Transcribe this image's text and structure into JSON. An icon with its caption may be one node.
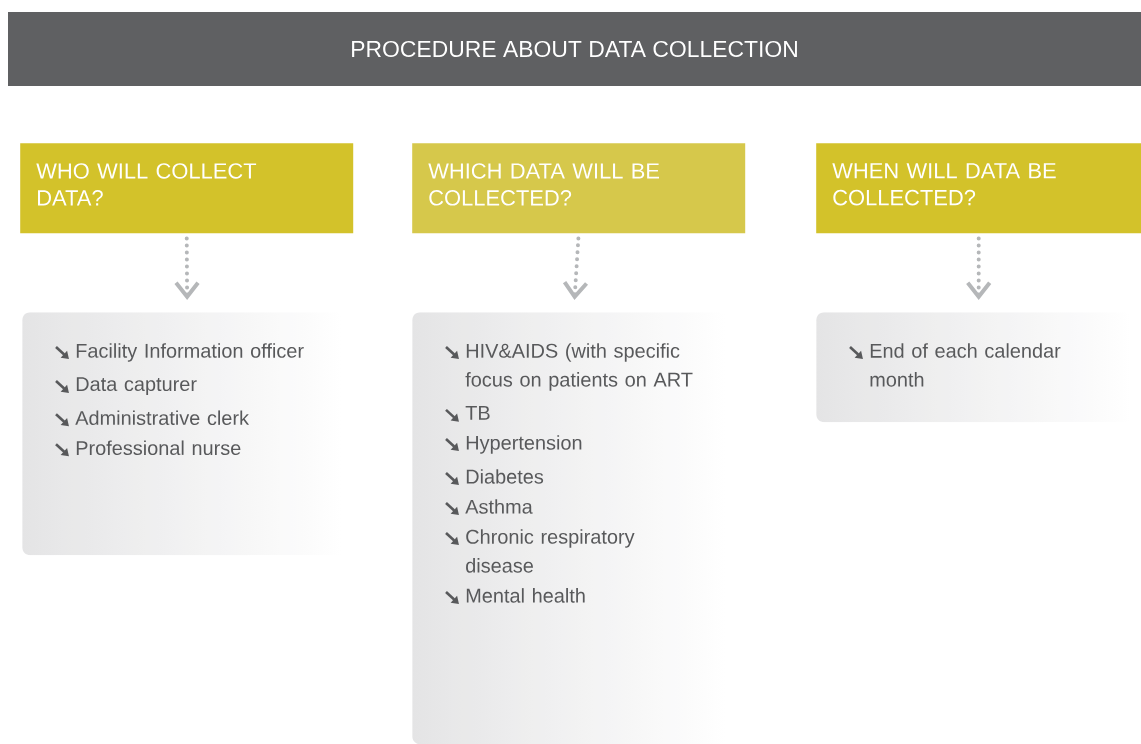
{
  "diagram": {
    "title": "PROCEDURE ABOUT DATA COLLECTION",
    "nodes": [
      {
        "text": [
          "WHO WILL COLLECT DATA?"
        ]
      },
      {
        "text": [
          "WHICH DATA WILL BE COLLECTED?"
        ]
      },
      {
        "text": [
          "WHEN WILL DATA BE COLLECTED?"
        ]
      },
      {
        "text": [
          "Facility Information officer",
          "Data capturer",
          "Administrative clerk",
          "Professional nurse"
        ]
      },
      {
        "text": [
          "HIV&AIDS (with specific focus on patients on ART",
          "TB",
          "Hypertension",
          "Diabetes",
          "Asthma",
          "Chronic respiratory disease",
          "Mental health"
        ]
      },
      {
        "text": [
          "End of each calendar month"
        ]
      }
    ],
    "edges": [
      {
        "from": 0,
        "to": 3,
        "arrow": "to",
        "style": "dashed"
      },
      {
        "from": 1,
        "to": 4,
        "arrow": "to",
        "style": "dashed"
      },
      {
        "from": 2,
        "to": 5,
        "arrow": "to",
        "style": "dashed"
      }
    ]
  }
}
